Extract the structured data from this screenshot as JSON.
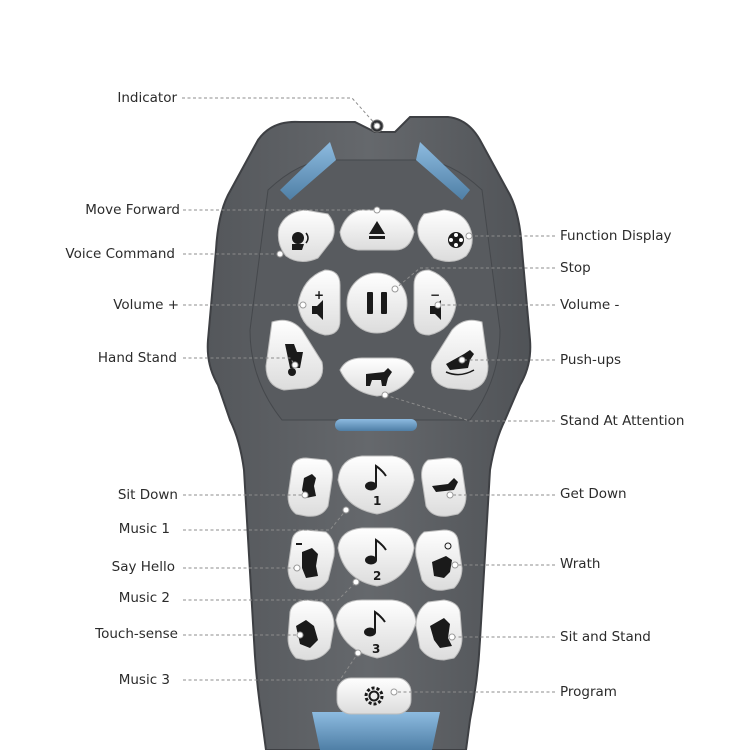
{
  "labels": {
    "indicator": "Indicator",
    "move_forward": "Move Forward",
    "voice_command": "Voice Command",
    "volume_plus": "Volume +",
    "hand_stand": "Hand Stand",
    "sit_down": "Sit Down",
    "music_1": "Music 1",
    "say_hello": "Say Hello",
    "music_2": "Music 2",
    "touch_sense": "Touch-sense",
    "music_3": "Music 3",
    "function_display": "Function Display",
    "stop": "Stop",
    "volume_minus": "Volume -",
    "push_ups": "Push-ups",
    "stand_at_attention": "Stand At Attention",
    "get_down": "Get Down",
    "wrath": "Wrath",
    "sit_and_stand": "Sit and Stand",
    "program": "Program"
  },
  "button_numbers": {
    "music_1": "1",
    "music_2": "2",
    "music_3": "3"
  },
  "button_symbols": {
    "plus": "+",
    "minus": "−"
  },
  "colors": {
    "body": "#5f6266",
    "body_dark": "#4a4d51",
    "accent_blue": "#6f9fc4",
    "button": "#f4f4f4",
    "glyph": "#1a1a1a"
  }
}
